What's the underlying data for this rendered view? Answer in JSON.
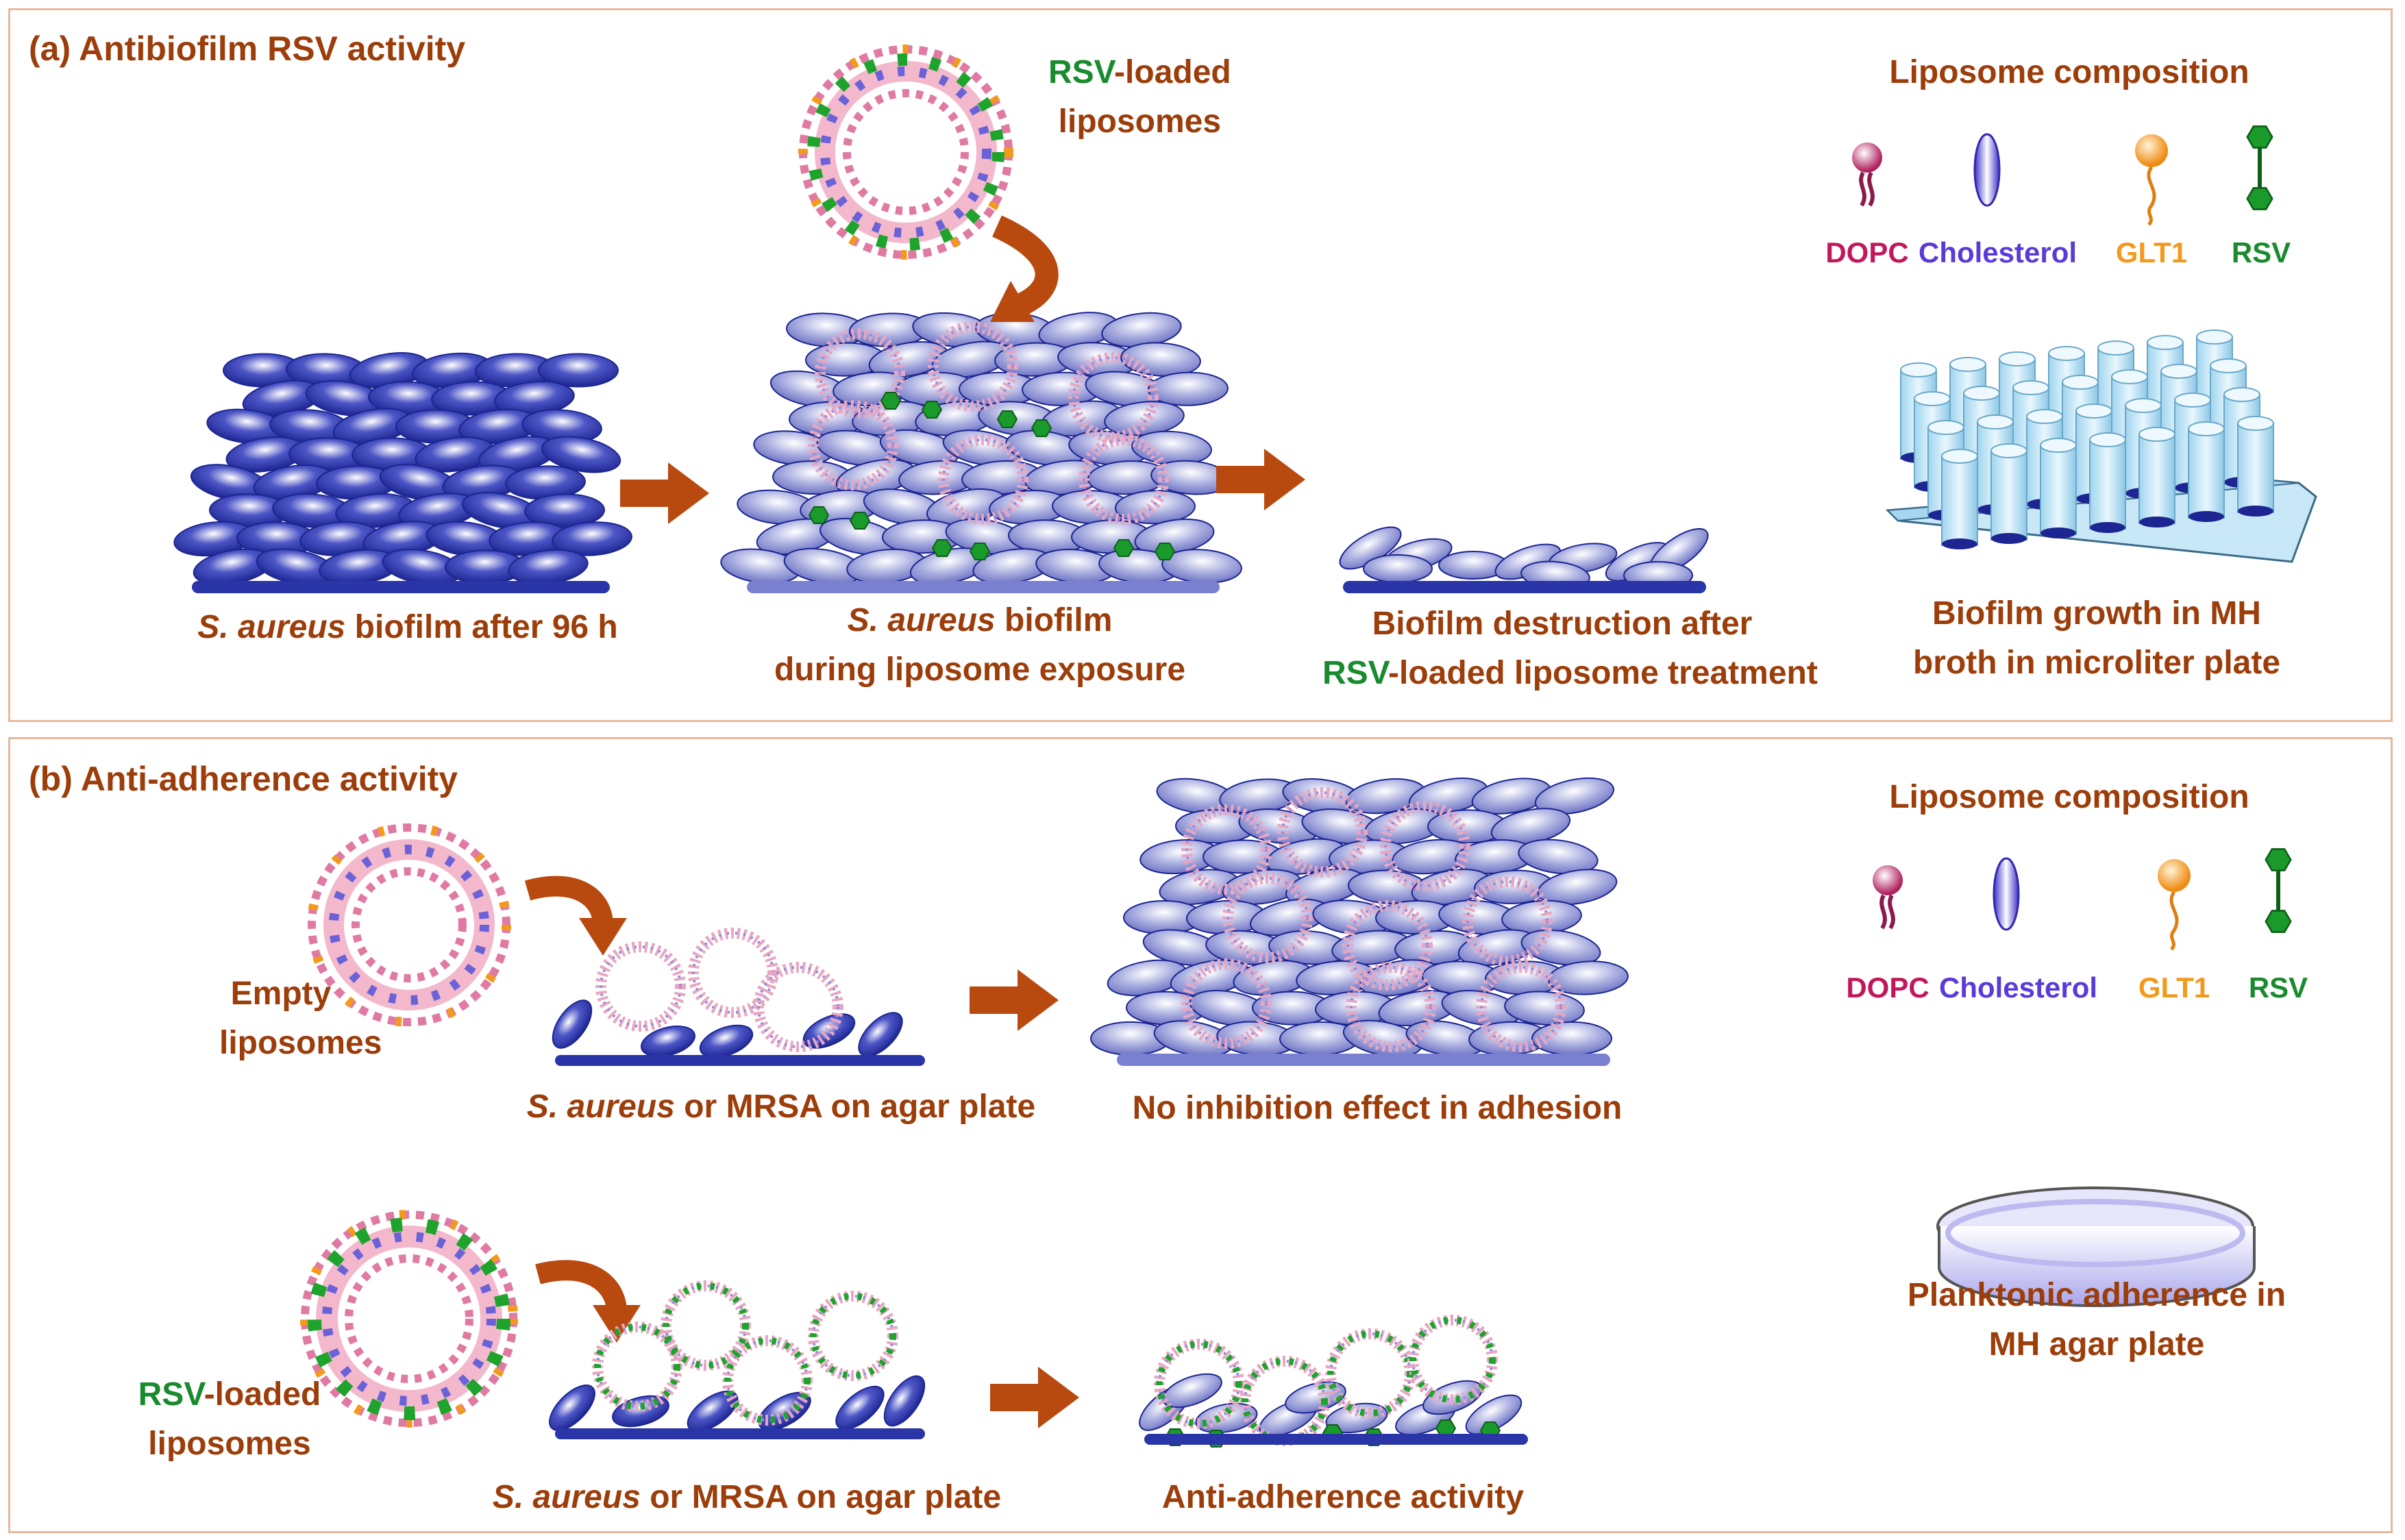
{
  "panel_a": {
    "title": "(a) Antibiofilm RSV activity",
    "top_liposome": [
      "RSV",
      "-loaded",
      "liposomes"
    ],
    "biofilm_96h": [
      "S. aureus",
      " biofilm after 96 h"
    ],
    "biofilm_exposure": [
      "S. aureus",
      " biofilm",
      "during liposome exposure"
    ],
    "destruction": [
      "Biofilm destruction after",
      "RSV",
      "-loaded liposome treatment"
    ],
    "composition_title": "Liposome composition",
    "composition": [
      "DOPC",
      "Cholesterol",
      "GLT1",
      "RSV"
    ],
    "plate_label": [
      "Biofilm growth in MH",
      "broth in microliter plate"
    ]
  },
  "panel_b": {
    "title": "(b) Anti-adherence activity",
    "empty_liposomes": [
      "Empty",
      "liposomes"
    ],
    "agar1": [
      "S. aureus",
      " or MRSA on agar plate"
    ],
    "no_inhibition": "No inhibition effect in adhesion",
    "rsv_liposomes": [
      "RSV",
      "-loaded",
      "liposomes"
    ],
    "agar2": [
      "S. aureus",
      " or MRSA on agar plate"
    ],
    "anti_adherence": "Anti-adherence activity",
    "composition_title": "Liposome composition",
    "composition": [
      "DOPC",
      "Cholesterol",
      "GLT1",
      "RSV"
    ],
    "dish_label": [
      "Planktonic adherence in",
      "MH agar plate"
    ]
  },
  "colors": {
    "text": "#9c3d0a",
    "rsv": "#1a8a2e",
    "dopc": "#c2185b",
    "cholesterol": "#5a3ad8",
    "glt1": "#f39a1c",
    "bacteria_dark": "#2a35a8",
    "bacteria_light": "#8c92d8",
    "arrow": "#b84a10"
  },
  "icons": [
    "liposome-icon",
    "bacteria-cell-icon",
    "arrow-right-icon",
    "curved-arrow-icon",
    "microplate-icon",
    "petri-dish-icon"
  ]
}
